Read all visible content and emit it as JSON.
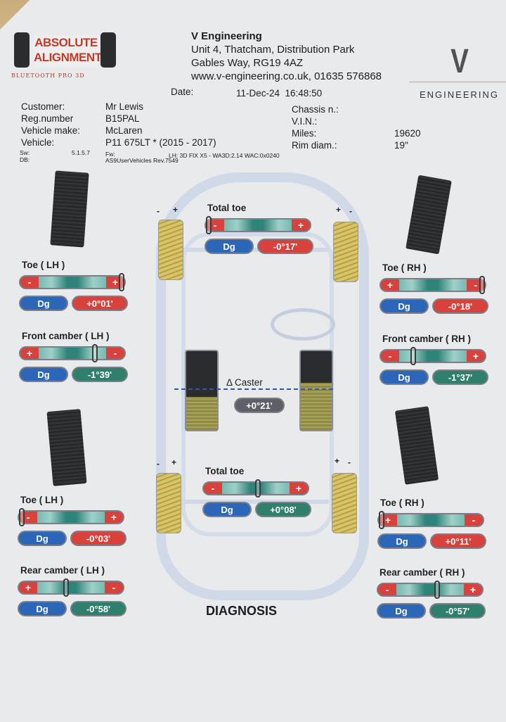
{
  "logo": {
    "line1": "ABSOLUTE",
    "line2": "ALIGNMENT",
    "subtitle": "BLUETOOTH PRO 3D"
  },
  "company": {
    "name": "V Engineering",
    "address1": "Unit 4, Thatcham, Distribution Park",
    "address2": "Gables Way, RG19 4AZ",
    "contact": "www.v-engineering.co.uk, 01635 576868",
    "logo_letter": "V",
    "logo_word": "ENGINEERING"
  },
  "date": {
    "label": "Date:",
    "value": "11-Dec-24  16:48:50"
  },
  "info": {
    "customer_label": "Customer:",
    "customer": "Mr Lewis",
    "reg_label": "Reg.number",
    "reg": "B15PAL",
    "make_label": "Vehicle make:",
    "make": "McLaren",
    "vehicle_label": "Vehicle:",
    "vehicle": "P11 675LT * (2015 - 2017)",
    "chassis_label": "Chassis n.:",
    "vin_label": "V.I.N.:",
    "miles_label": "Miles:",
    "miles": "19620",
    "rim_label": "Rim diam.:",
    "rim": "19\"",
    "sw_label": "Sw:",
    "sw": "5.1.5.7",
    "fw_label": "Fw:",
    "fw": "LH: 3D FIX X5 - WA3D:2.14 WAC:0x0240",
    "db_label": "DB:",
    "db": "AS9UserVehicles Rev.7549"
  },
  "gauges": [
    {
      "id": "front-total-toe",
      "title": "Total toe",
      "left": "-",
      "right": "+",
      "indicator": 0.0,
      "dg": "Dg",
      "value": "-0°17'",
      "status": "red"
    },
    {
      "id": "front-toe-lh",
      "title": "Toe ( LH )",
      "left": "-",
      "right": "+",
      "indicator": 1.0,
      "dg": "Dg",
      "value": "+0°01'",
      "status": "red"
    },
    {
      "id": "front-toe-rh",
      "title": "Toe ( RH )",
      "left": "+",
      "right": "-",
      "indicator": 1.0,
      "dg": "Dg",
      "value": "-0°18'",
      "status": "red"
    },
    {
      "id": "front-camber-lh",
      "title": "Front camber ( LH )",
      "left": "+",
      "right": "-",
      "indicator": 0.73,
      "dg": "Dg",
      "value": "-1°39'",
      "status": "green"
    },
    {
      "id": "front-camber-rh",
      "title": "Front camber ( RH )",
      "left": "-",
      "right": "+",
      "indicator": 0.3,
      "dg": "Dg",
      "value": "-1°37'",
      "status": "green"
    },
    {
      "id": "rear-total-toe",
      "title": "Total toe",
      "left": "-",
      "right": "+",
      "indicator": 0.52,
      "dg": "Dg",
      "value": "+0°08'",
      "status": "green"
    },
    {
      "id": "rear-toe-lh",
      "title": "Toe ( LH )",
      "left": "-",
      "right": "+",
      "indicator": 0.0,
      "dg": "Dg",
      "value": "-0°03'",
      "status": "red"
    },
    {
      "id": "rear-toe-rh",
      "title": "Toe ( RH )",
      "left": "+",
      "right": "-",
      "indicator": 0.0,
      "dg": "Dg",
      "value": "+0°11'",
      "status": "red"
    },
    {
      "id": "rear-camber-lh",
      "title": "Rear camber ( LH )",
      "left": "+",
      "right": "-",
      "indicator": 0.45,
      "dg": "Dg",
      "value": "-0°58'",
      "status": "green"
    },
    {
      "id": "rear-camber-rh",
      "title": "Rear camber ( RH )",
      "left": "-",
      "right": "+",
      "indicator": 0.57,
      "dg": "Dg",
      "value": "-0°57'",
      "status": "green"
    }
  ],
  "caster": {
    "title": "Δ Caster",
    "value": "+0°21'",
    "lh_fill": 0.42,
    "rh_fill": 0.6
  },
  "wheel_marks": {
    "plus": "+",
    "minus": "-"
  },
  "footer": {
    "title": "DIAGNOSIS"
  },
  "colors": {
    "red": "#d8413c",
    "green": "#2e7f6c",
    "blue": "#2b66b8"
  }
}
